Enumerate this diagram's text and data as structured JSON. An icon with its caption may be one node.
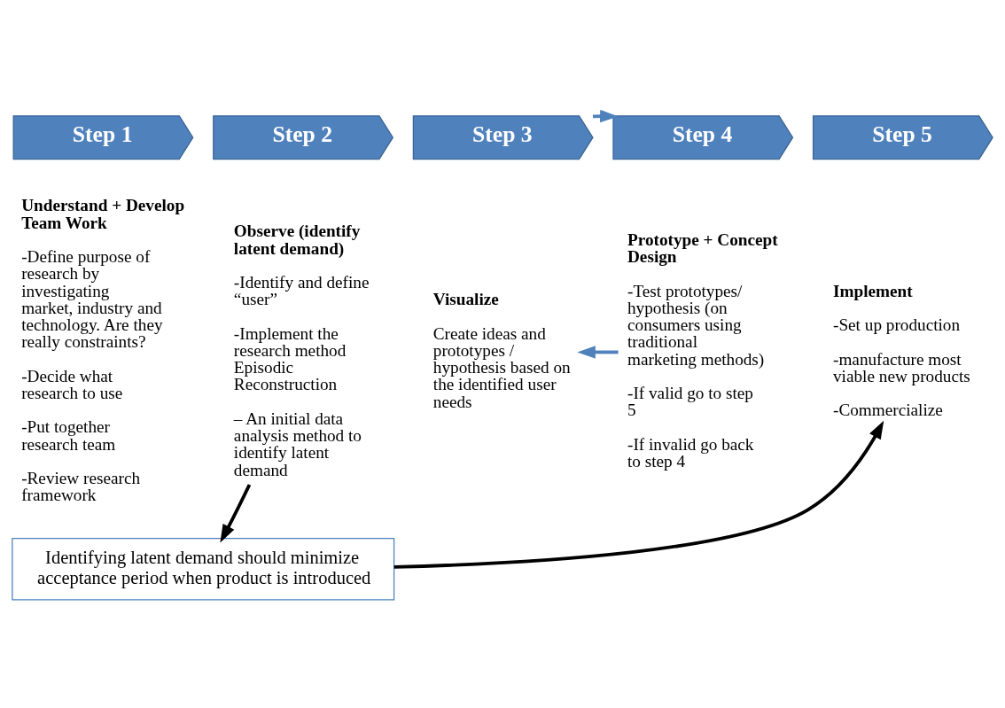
{
  "diagram": {
    "nodes": [
      {
        "text": [
          "Step 1"
        ]
      },
      {
        "text": [
          "Step 2"
        ]
      },
      {
        "text": [
          "Step 3"
        ]
      },
      {
        "text": [
          "Step 4"
        ]
      },
      {
        "text": [
          "Step 5"
        ]
      },
      {
        "text": [
          "Understand + Develop Team Work",
          "-Define purpose of research by investigating market, industry and technology. Are they really constraints?",
          "-Decide what research to use",
          "-Put together research team",
          "-Review research framework"
        ]
      },
      {
        "text": [
          "Observe (identify latent demand)",
          "-Identify and define “user”",
          "-Implement the research method Episodic Reconstruction",
          "– An initial data analysis method to identify latent demand"
        ]
      },
      {
        "text": [
          "Visualize",
          "Create ideas and prototypes / hypothesis based on the identified user needs"
        ]
      },
      {
        "text": [
          "Prototype + Concept Design",
          "-Test prototypes/ hypothesis (on consumers using traditional marketing methods)",
          "-If valid go to step 5",
          "-If invalid go back to step 4"
        ]
      },
      {
        "text": [
          "Implement",
          "-Set up production",
          "-manufacture most viable new products",
          "-Commercialize"
        ]
      },
      {
        "text": [
          "Identifying latent demand should minimize acceptance period when product is introduced"
        ]
      }
    ],
    "edges": [
      {
        "from": 2,
        "to": 3,
        "arrow": "to",
        "color": "#4f81bd"
      },
      {
        "from": 8,
        "to": 7,
        "arrow": "to",
        "color": "#4f81bd"
      },
      {
        "from": 6,
        "to": 10,
        "arrow": "to",
        "color": "#000000"
      },
      {
        "from": 10,
        "to": 9,
        "arrow": "to",
        "color": "#000000"
      }
    ]
  }
}
